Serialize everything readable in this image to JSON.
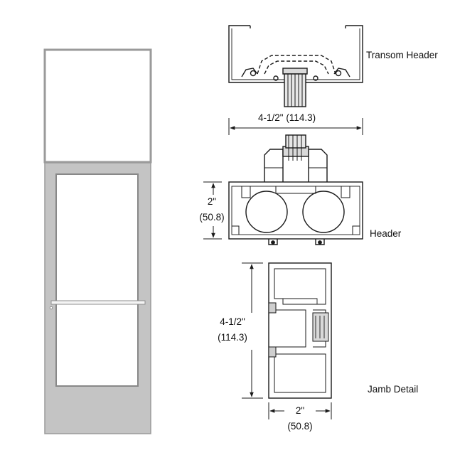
{
  "labels": {
    "transom_header": "Transom Header",
    "header": "Header",
    "jamb_detail": "Jamb Detail"
  },
  "dimensions": {
    "transom_width": "4-1/2\" (114.3)",
    "header_height_in": "2\"",
    "header_height_mm": "(50.8)",
    "jamb_depth_in": "4-1/2\"",
    "jamb_depth_mm": "(114.3)",
    "jamb_width_in": "2\"",
    "jamb_width_mm": "(50.8)"
  },
  "colors": {
    "door_frame": "#c4c4c4",
    "door_frame_edge": "#9a9a9a",
    "glass": "#ffffff",
    "line": "#1a1a1a",
    "section_fill": "#cfcfcf"
  }
}
